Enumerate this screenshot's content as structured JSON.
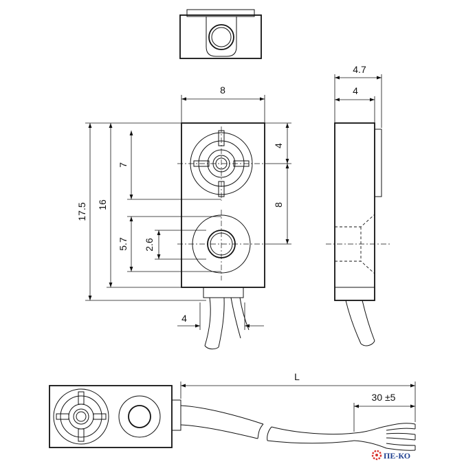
{
  "dimensions": {
    "top_width": "4.7",
    "top_depth": "4",
    "front_width": "8",
    "height_total": "17.5",
    "height_body": "16",
    "sensing_pitch": "7",
    "offset_top": "4",
    "hole_pitch": "8",
    "hole_outer": "5.7",
    "hole_inner": "2.6",
    "cable_width": "4",
    "cable_length": "L",
    "strip_length": "30 ±5"
  },
  "logo": {
    "text": "ПЕ-КО",
    "color": "#1e3f8f",
    "accent": "#d9312b"
  }
}
